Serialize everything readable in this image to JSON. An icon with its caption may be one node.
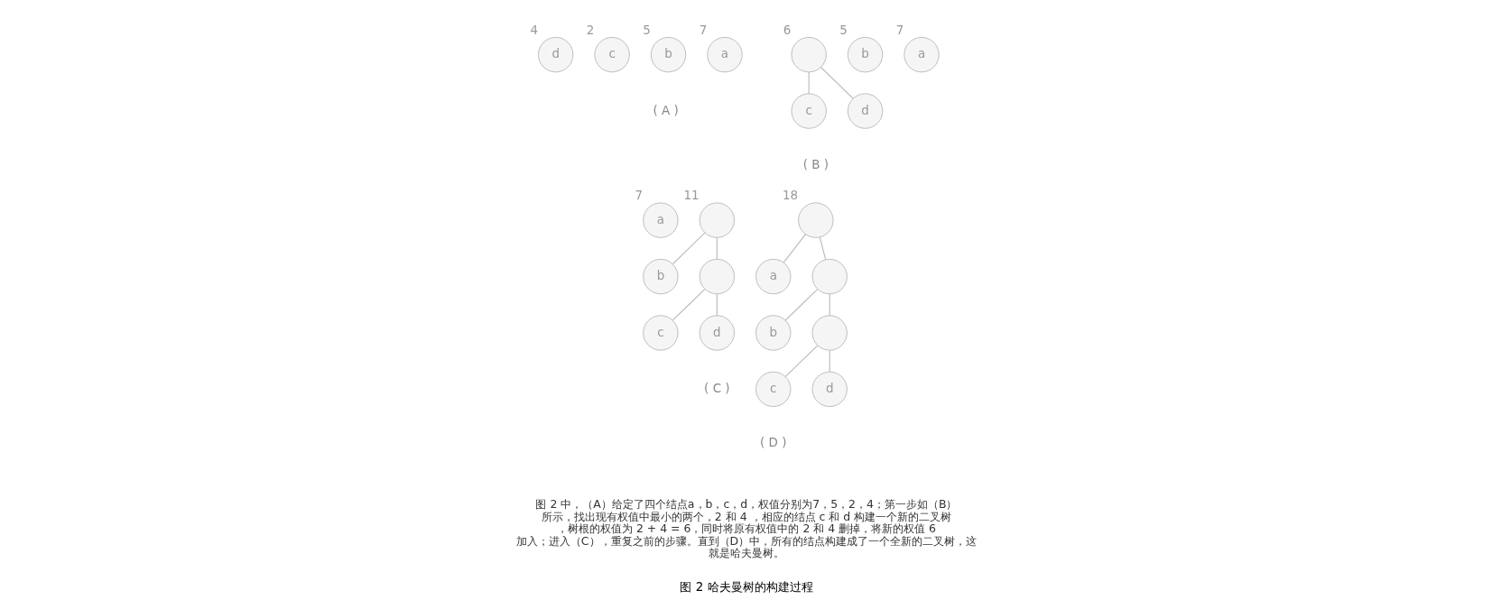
{
  "diagram": {
    "caption": "图 2 哈夫曼树的构建过程",
    "nodes": [
      {
        "text": [
          "a"
        ],
        "beside": [
          "7"
        ]
      },
      {
        "text": [
          "b"
        ],
        "beside": [
          "5"
        ]
      },
      {
        "text": [
          "c"
        ],
        "beside": [
          "2"
        ]
      },
      {
        "text": [
          "d"
        ],
        "beside": [
          "4"
        ]
      },
      {
        "text": [
          "a"
        ],
        "beside": [
          "7"
        ]
      },
      {
        "text": [
          "b"
        ],
        "beside": [
          "5"
        ]
      },
      {
        "text": [],
        "shape": "circle",
        "beside": [
          "6"
        ]
      },
      {
        "text": [
          "c"
        ]
      },
      {
        "text": [
          "d"
        ]
      },
      {
        "text": [
          "a"
        ],
        "beside": [
          "7"
        ]
      },
      {
        "text": [],
        "shape": "circle",
        "beside": [
          "11"
        ]
      },
      {
        "text": [
          "b"
        ]
      },
      {
        "text": [],
        "shape": "circle"
      },
      {
        "text": [
          "c"
        ]
      },
      {
        "text": [
          "d"
        ]
      },
      {
        "text": [],
        "shape": "circle",
        "beside": [
          "18"
        ]
      },
      {
        "text": [
          "a"
        ]
      },
      {
        "text": [],
        "shape": "circle"
      },
      {
        "text": [
          "b"
        ]
      },
      {
        "text": [],
        "shape": "circle"
      },
      {
        "text": [
          "c"
        ]
      },
      {
        "text": [
          "d"
        ]
      }
    ],
    "edges": [
      {
        "from": 6,
        "to": 7,
        "arrow": "none"
      },
      {
        "from": 6,
        "to": 8,
        "arrow": "none"
      },
      {
        "from": 10,
        "to": 11,
        "arrow": "none"
      },
      {
        "from": 10,
        "to": 12,
        "arrow": "none"
      },
      {
        "from": 12,
        "to": 13,
        "arrow": "none"
      },
      {
        "from": 12,
        "to": 14,
        "arrow": "none"
      },
      {
        "from": 15,
        "to": 16,
        "arrow": "none"
      },
      {
        "from": 15,
        "to": 17,
        "arrow": "none"
      },
      {
        "from": 17,
        "to": 18,
        "arrow": "none"
      },
      {
        "from": 17,
        "to": 19,
        "arrow": "none"
      },
      {
        "from": 19,
        "to": 20,
        "arrow": "none"
      },
      {
        "from": 19,
        "to": 21,
        "arrow": "none"
      }
    ],
    "labels": [
      "( A )",
      "( B )",
      "( C )",
      "( D )",
      "图 2 中，（A）给定了四个结点a，b，c，d，权值分别为7，5，2，4；第一步如（B）所示，找出现有权值中最小的两个，2 和 4 ，相应的结点 c 和 d 构建一个新的二叉树，树根的权值为 2 + 4 = 6，同时将原有权值中的 2 和 4 删掉，将新的权值 6 加入；进入（C），重复之前的步骤。直到（D）中，所有的结点构建成了一个全新的二叉树，这就是哈夫曼树。"
    ]
  }
}
